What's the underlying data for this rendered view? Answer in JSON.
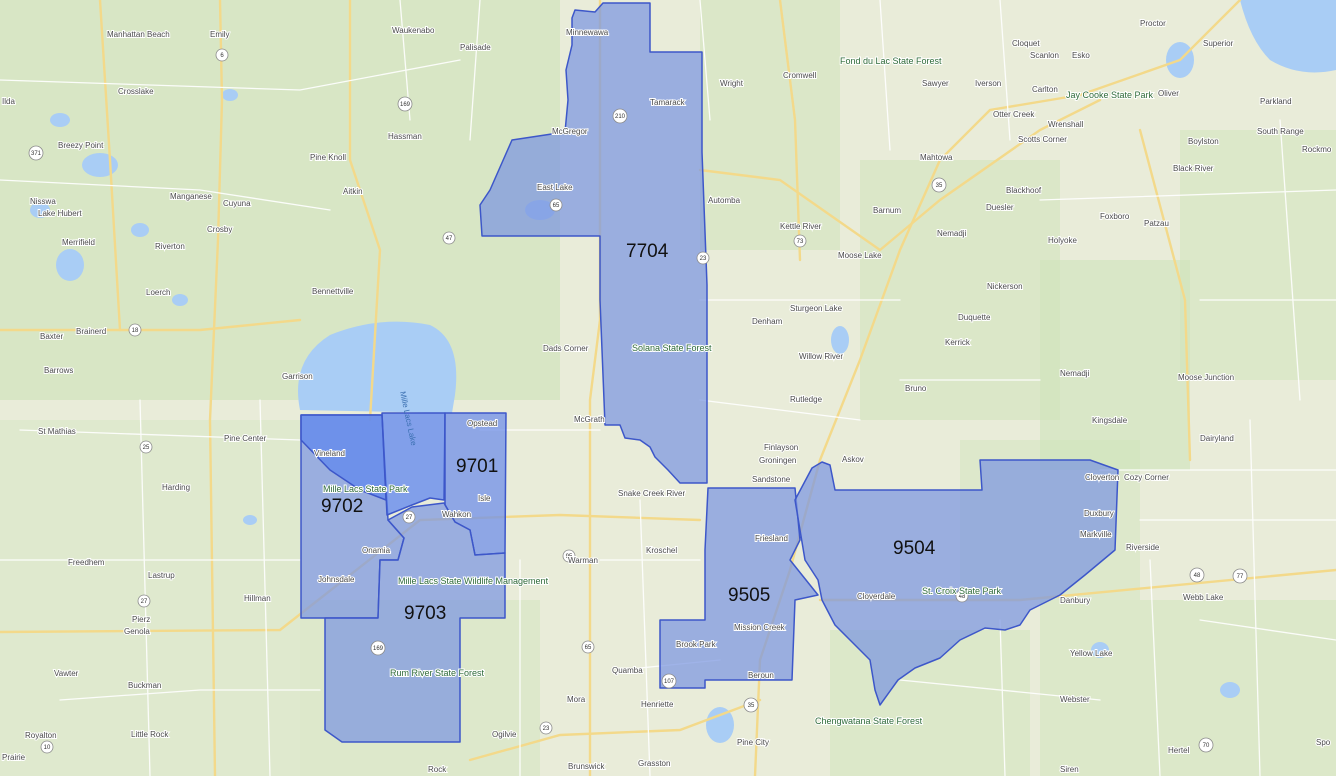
{
  "colors": {
    "land": "#e9ecd9",
    "green": "#cde3b8",
    "water": "#a9cdf5",
    "road_major": "#f3d98a",
    "road_minor": "#ffffff",
    "tract_fill": "#7b95e0",
    "tract_stroke": "#3d57c9",
    "tract_highlight": "#5d86ef"
  },
  "tracts": [
    {
      "id": "7704",
      "label": "7704"
    },
    {
      "id": "9702",
      "label": "9702"
    },
    {
      "id": "9701",
      "label": "9701"
    },
    {
      "id": "9703",
      "label": "9703"
    },
    {
      "id": "9505",
      "label": "9505"
    },
    {
      "id": "9504",
      "label": "9504"
    }
  ],
  "places": [
    "Manhattan Beach",
    "Emily",
    "Waukenabo",
    "Palisade",
    "Minnewawa",
    "Wright",
    "Cromwell",
    "Fond du Lac State Forest",
    "Sawyer",
    "Iverson",
    "Cloquet",
    "Scanlon",
    "Esko",
    "Proctor",
    "Superior",
    "Crosslake",
    "Tamarack",
    "McGregor",
    "Carlton",
    "Jay Cooke State Park",
    "Oliver",
    "Parkland",
    "Hassman",
    "Otter Creek",
    "Wrenshall",
    "South Range",
    "Breezy Point",
    "Pine Knoll",
    "Scotts Corner",
    "Boylston",
    "Rockmo",
    "Mahtowa",
    "Black River",
    "Nisswa",
    "Manganese",
    "Aitkin",
    "Cuyuna",
    "East Lake",
    "Automba",
    "Blackhoof",
    "Barnum",
    "Duesler",
    "Foxboro",
    "Patzau",
    "Lake Hubert",
    "Crosby",
    "Kettle River",
    "Nemadji",
    "Merrifield",
    "Riverton",
    "Moose Lake",
    "Holyoke",
    "Loerch",
    "Bennettville",
    "Nickerson",
    "Sturgeon Lake",
    "Duquette",
    "Brainerd",
    "Baxter",
    "Dads Corner",
    "Solana State Forest",
    "Denham",
    "Kerrick",
    "Willow River",
    "Barrows",
    "Garrison",
    "Bruno",
    "Rutledge",
    "Moose Junction",
    "McGrath",
    "Kingsdale",
    "St Mathias",
    "Pine Center",
    "Opstead",
    "Finlayson",
    "Dairyland",
    "Askov",
    "Vineland",
    "Mille Lacs State Park",
    "Isle",
    "Wahkon",
    "Snake Creek River",
    "Groningen",
    "Sandstone",
    "Cloverton",
    "Cozy Corner",
    "Duxbury",
    "Harding",
    "Friesland",
    "Markville",
    "Riverside",
    "Onamia",
    "Freedhem",
    "Lastrup",
    "Warman",
    "Kroschel",
    "Johnsdale",
    "Mille Lacs State Wildlife Management",
    "Hillman",
    "Cloverdale",
    "St. Croix State Park",
    "Danbury",
    "Webb Lake",
    "Pierz",
    "Genola",
    "Mission Creek",
    "Brook Park",
    "Vawter",
    "Rum River State Forest",
    "Quamba",
    "Beroun",
    "Yellow Lake",
    "Buckman",
    "Mora",
    "Henriette",
    "Webster",
    "Chengwatana State Forest",
    "Royalton",
    "Little Rock",
    "Ogilvie",
    "Pine City",
    "Hertel",
    "Prairie",
    "Brunswick",
    "Grasston",
    "Siren",
    "Rock",
    "Ilda",
    "Spo",
    "Mille Lacs Lake",
    "Nemadji"
  ],
  "shields": [
    "6",
    "169",
    "210",
    "371",
    "18",
    "47",
    "65",
    "73",
    "23",
    "35",
    "27",
    "169",
    "48",
    "70",
    "107",
    "23",
    "65",
    "95",
    "48",
    "77",
    "35",
    "10",
    "25",
    "27"
  ]
}
